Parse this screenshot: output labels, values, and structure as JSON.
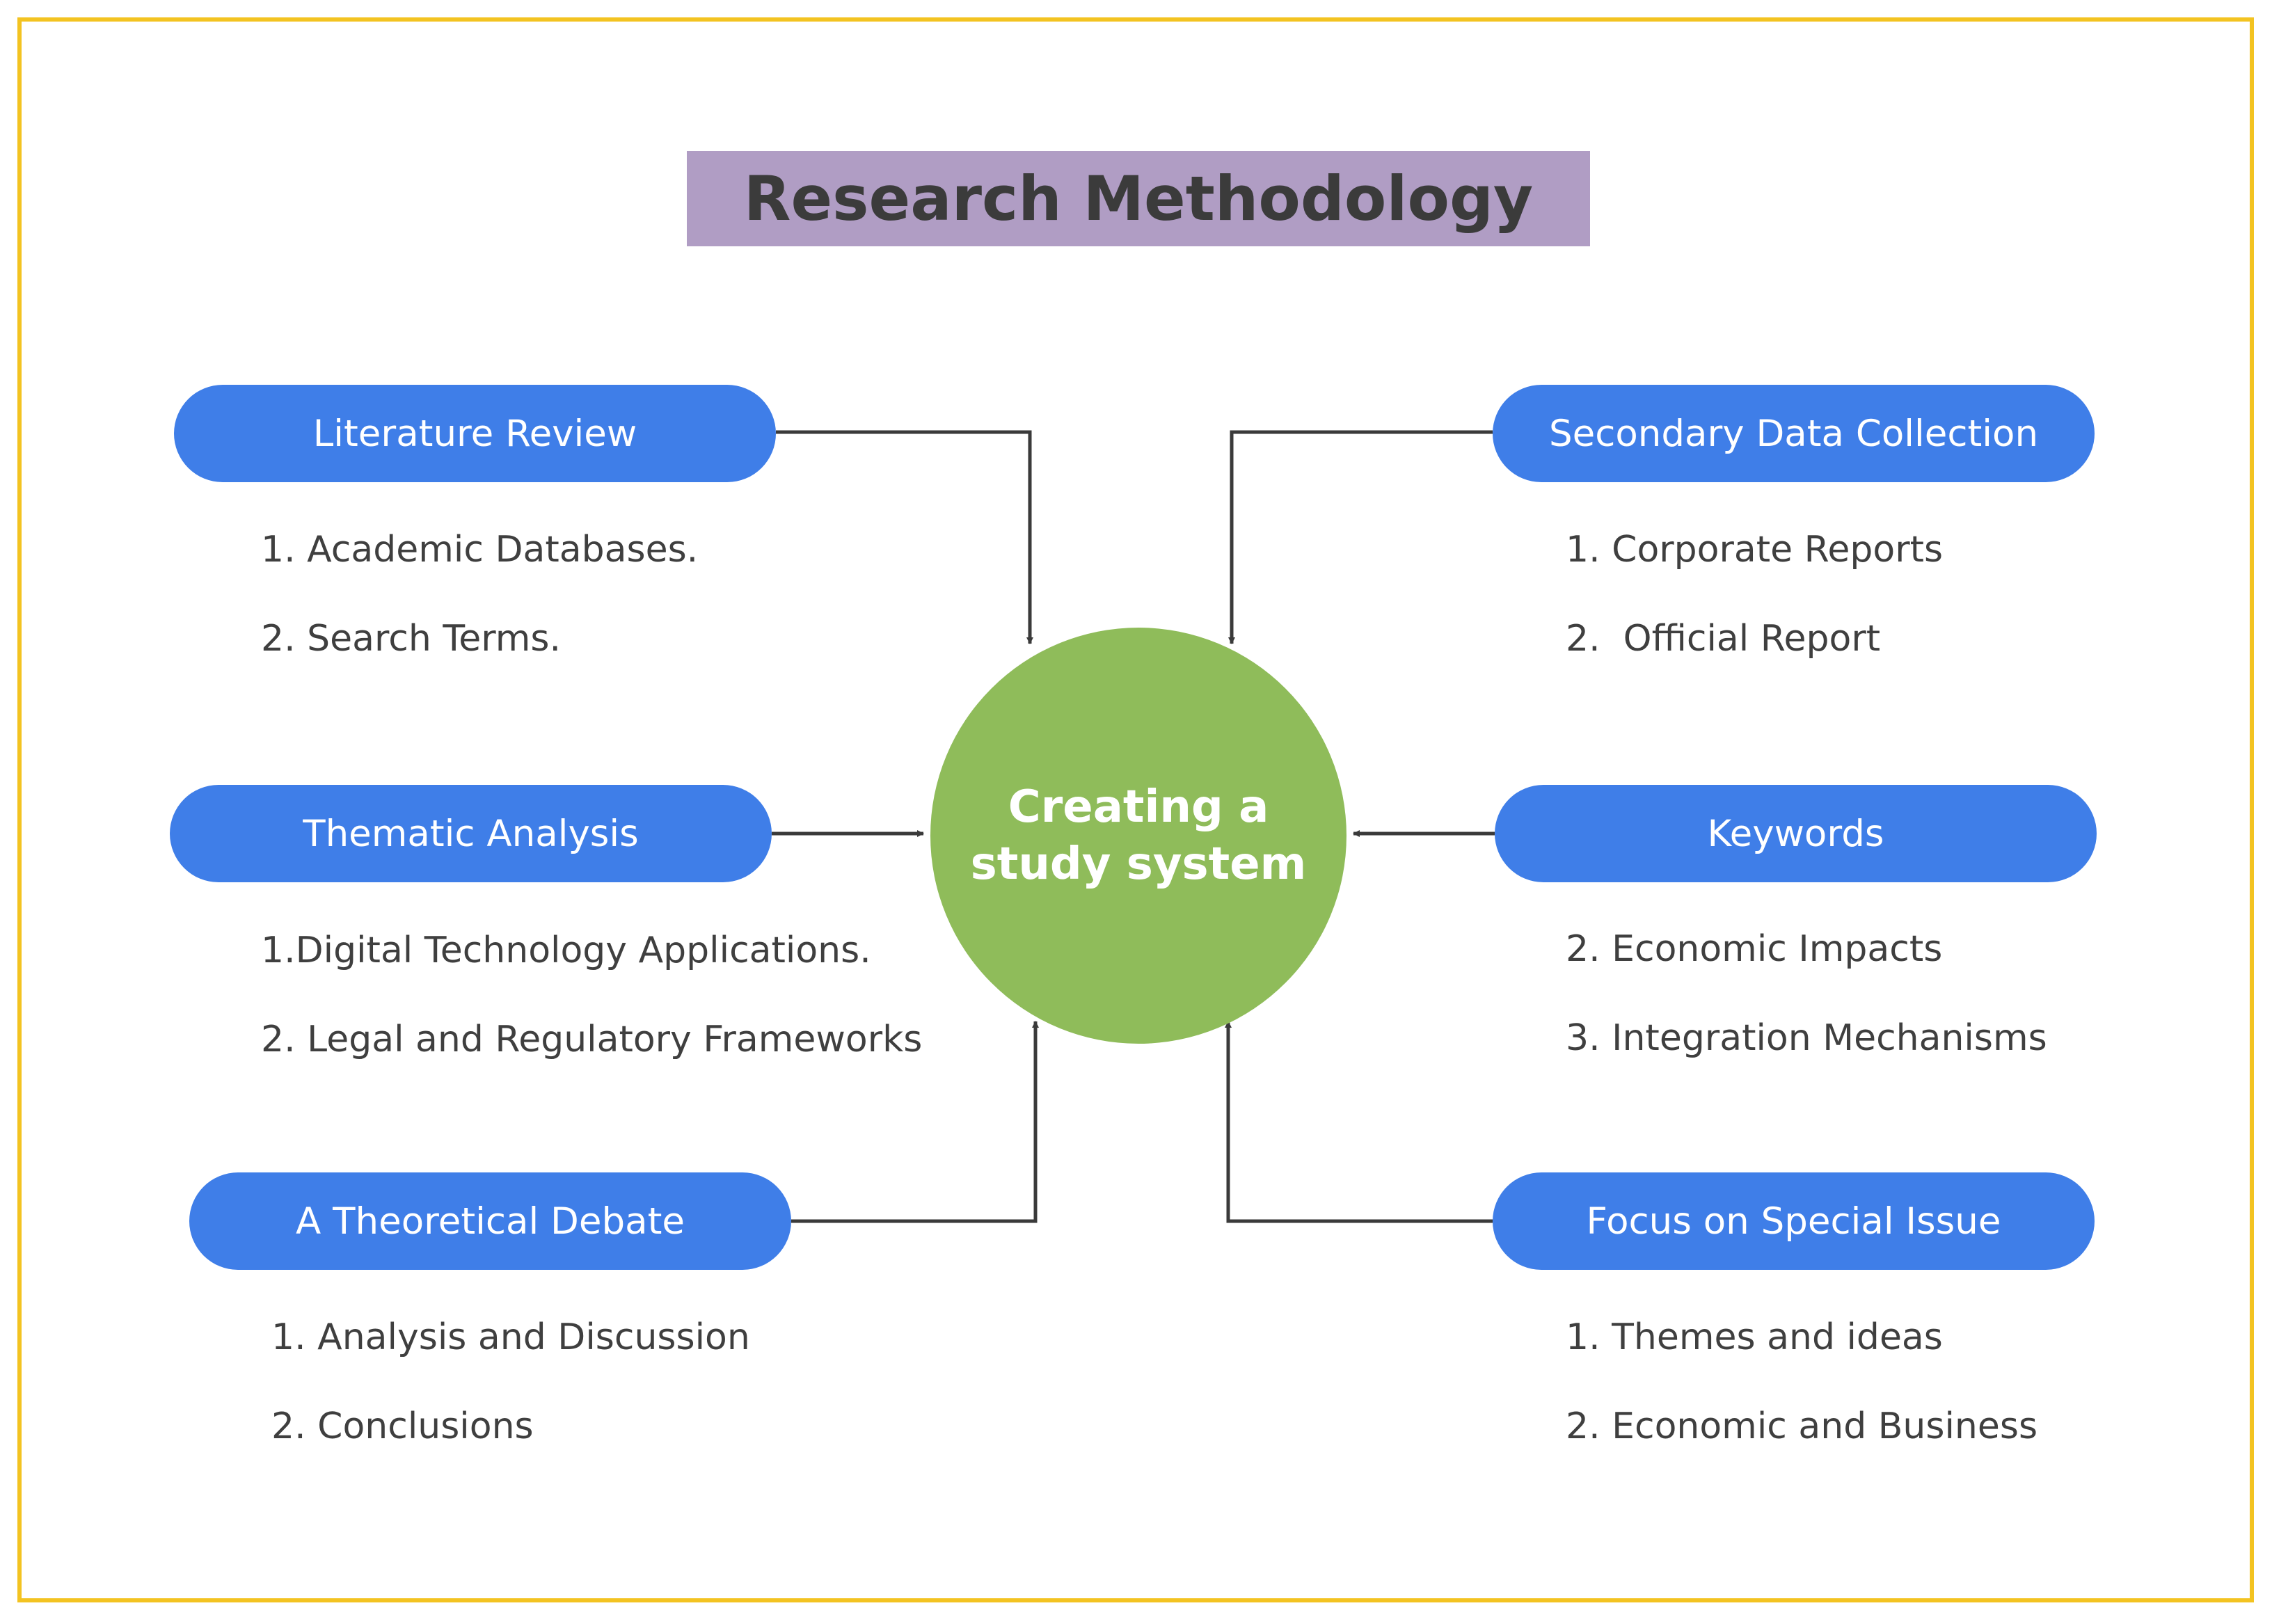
{
  "title": "Research Methodology",
  "center": {
    "label": "Creating a study system"
  },
  "branches": {
    "literature_review": {
      "label": "Literature Review",
      "items": [
        "1. Academic Databases.",
        "2. Search Terms."
      ]
    },
    "thematic_analysis": {
      "label": "Thematic Analysis",
      "items": [
        "1.Digital Technology Applications.",
        "2. Legal and Regulatory Frameworks"
      ]
    },
    "theoretical_debate": {
      "label": "A Theoretical Debate",
      "items": [
        "1. Analysis and Discussion",
        "2. Conclusions"
      ]
    },
    "secondary_data": {
      "label": "Secondary Data Collection",
      "items": [
        "1. Corporate Reports",
        "2.  Official Report"
      ]
    },
    "keywords": {
      "label": "Keywords",
      "items": [
        "2. Economic Impacts",
        "3. Integration Mechanisms"
      ]
    },
    "special_issue": {
      "label": "Focus on Special Issue",
      "items": [
        "1. Themes and ideas",
        "2. Economic and Business"
      ]
    }
  },
  "colors": {
    "frame": "#f3c321",
    "title_bg": "#b09dc4",
    "node_bg": "#3f7ee8",
    "center_bg": "#8fbc5a",
    "connector": "#3a3a3a"
  }
}
